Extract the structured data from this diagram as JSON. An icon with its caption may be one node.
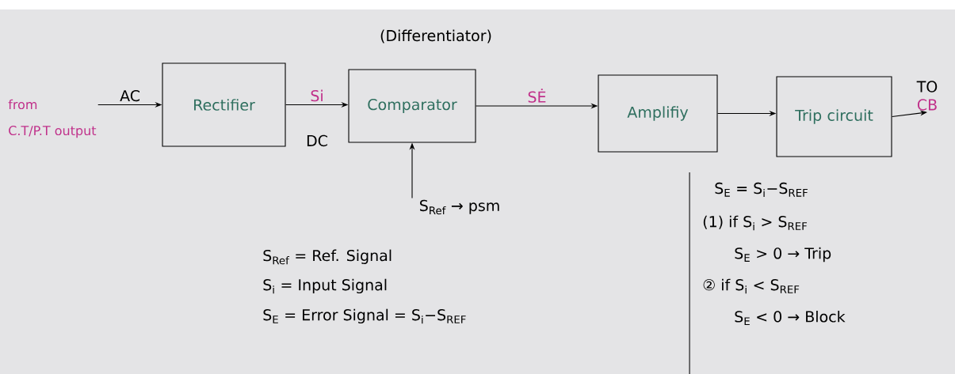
{
  "diagram": {
    "nodes": [
      {
        "text": [
          "Rectifier"
        ]
      },
      {
        "text": [
          "Comparator"
        ],
        "beside": [
          "(Differentiator)"
        ]
      },
      {
        "text": [
          "Amplifiy"
        ]
      },
      {
        "text": [
          "Trip circuit"
        ]
      },
      {
        "text": [
          "from",
          "C.T/P.T output"
        ]
      },
      {
        "text": [
          "S$_{Ref}$ → psm"
        ]
      },
      {
        "text": [
          "TO",
          "CB"
        ]
      }
    ],
    "edges": [
      {
        "from": 4,
        "to": 0,
        "arrow": "to",
        "label": "AC"
      },
      {
        "from": 0,
        "to": 1,
        "arrow": "to",
        "label": "Si"
      },
      {
        "from": 1,
        "to": 2,
        "arrow": "to",
        "label": "SĖ"
      },
      {
        "from": 2,
        "to": 3,
        "arrow": "to"
      },
      {
        "from": 3,
        "to": 6,
        "arrow": "to"
      },
      {
        "from": 5,
        "to": 1,
        "arrow": "to"
      }
    ],
    "labels": [
      "DC",
      "S$_{Ref}$ = Ref. Signal",
      "S$_{i}$ = Input Signal",
      "S$_{E}$ = Error Signal = S$_{i}$−S$_{REF}$",
      "S$_{E}$ = S$_{i}$−S$_{REF}$",
      "(1) if S$_{i}$ > S$_{REF}$",
      "S$_{E}$ > 0 → Trip",
      "② if S$_{i}$ < S$_{REF}$",
      "S$_{E}$ < 0 → Block"
    ]
  }
}
